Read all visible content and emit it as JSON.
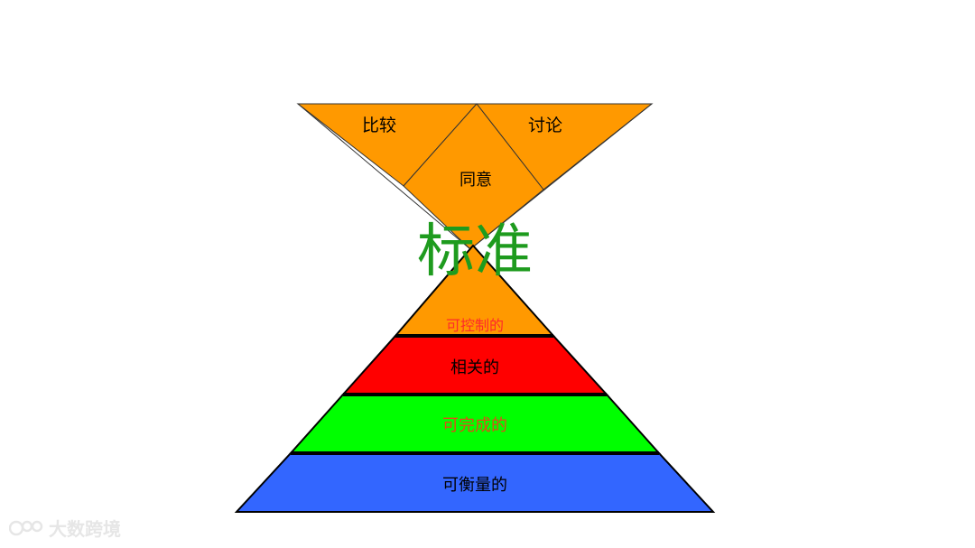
{
  "top_triangle": {
    "left_label": "比较",
    "right_label": "讨论",
    "center_label": "同意",
    "fill": "#FF9900"
  },
  "center_title": {
    "text": "标准",
    "color": "#1E9B1E"
  },
  "pyramid": {
    "layers": [
      {
        "label": "可控制的",
        "fill": "#FF9900",
        "text_color": "#FF2A2A"
      },
      {
        "label": "相关的",
        "fill": "#FF0000",
        "text_color": "#000000"
      },
      {
        "label": "可完成的",
        "fill": "#00FF00",
        "text_color": "#E04A1A"
      },
      {
        "label": "可衡量的",
        "fill": "#3366FF",
        "text_color": "#000000"
      }
    ]
  },
  "watermark": {
    "text": "大数跨境"
  }
}
